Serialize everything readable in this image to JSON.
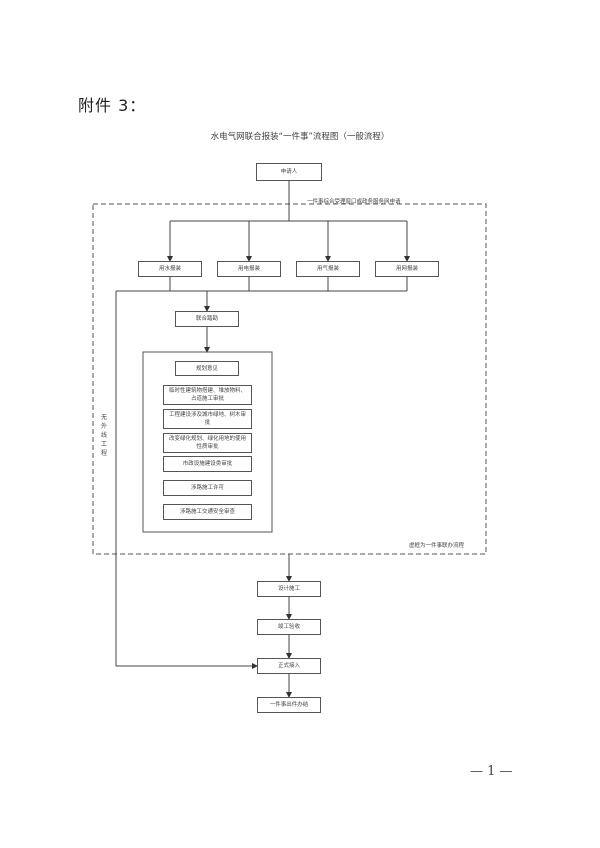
{
  "header": {
    "attachment_label": "附件 3："
  },
  "document": {
    "title": "水电气网联合报装“一件事”流程图（一般流程）",
    "page_number": "— 1 —"
  },
  "flowchart": {
    "applicant": "申请人",
    "intake_label": "一件事综合受理窗口或政务服务网申请",
    "applications": [
      {
        "label": "用水报装"
      },
      {
        "label": "用电报装"
      },
      {
        "label": "用气报装"
      },
      {
        "label": "用网报装"
      }
    ],
    "joint_coordination": "联合踏勘",
    "approvals": [
      {
        "label": "规划意见"
      },
      {
        "label": "临时性建筑物搭建、堆放物料、占道施工审批"
      },
      {
        "label": "工程建设涉及城市绿地、树木审批"
      },
      {
        "label": "改变绿化规划、绿化用地的使用性质审批"
      },
      {
        "label": "市政设施建设类审批"
      },
      {
        "label": "涉路施工许可"
      },
      {
        "label": "涉路施工交通安全审查"
      }
    ],
    "no_external_line": "无外线工程",
    "dashed_note": "虚框为一件事联办流程",
    "after_steps": [
      {
        "label": "设计施工"
      },
      {
        "label": "竣工验收"
      },
      {
        "label": "正式接入"
      },
      {
        "label": "一件事出件办结"
      }
    ]
  }
}
